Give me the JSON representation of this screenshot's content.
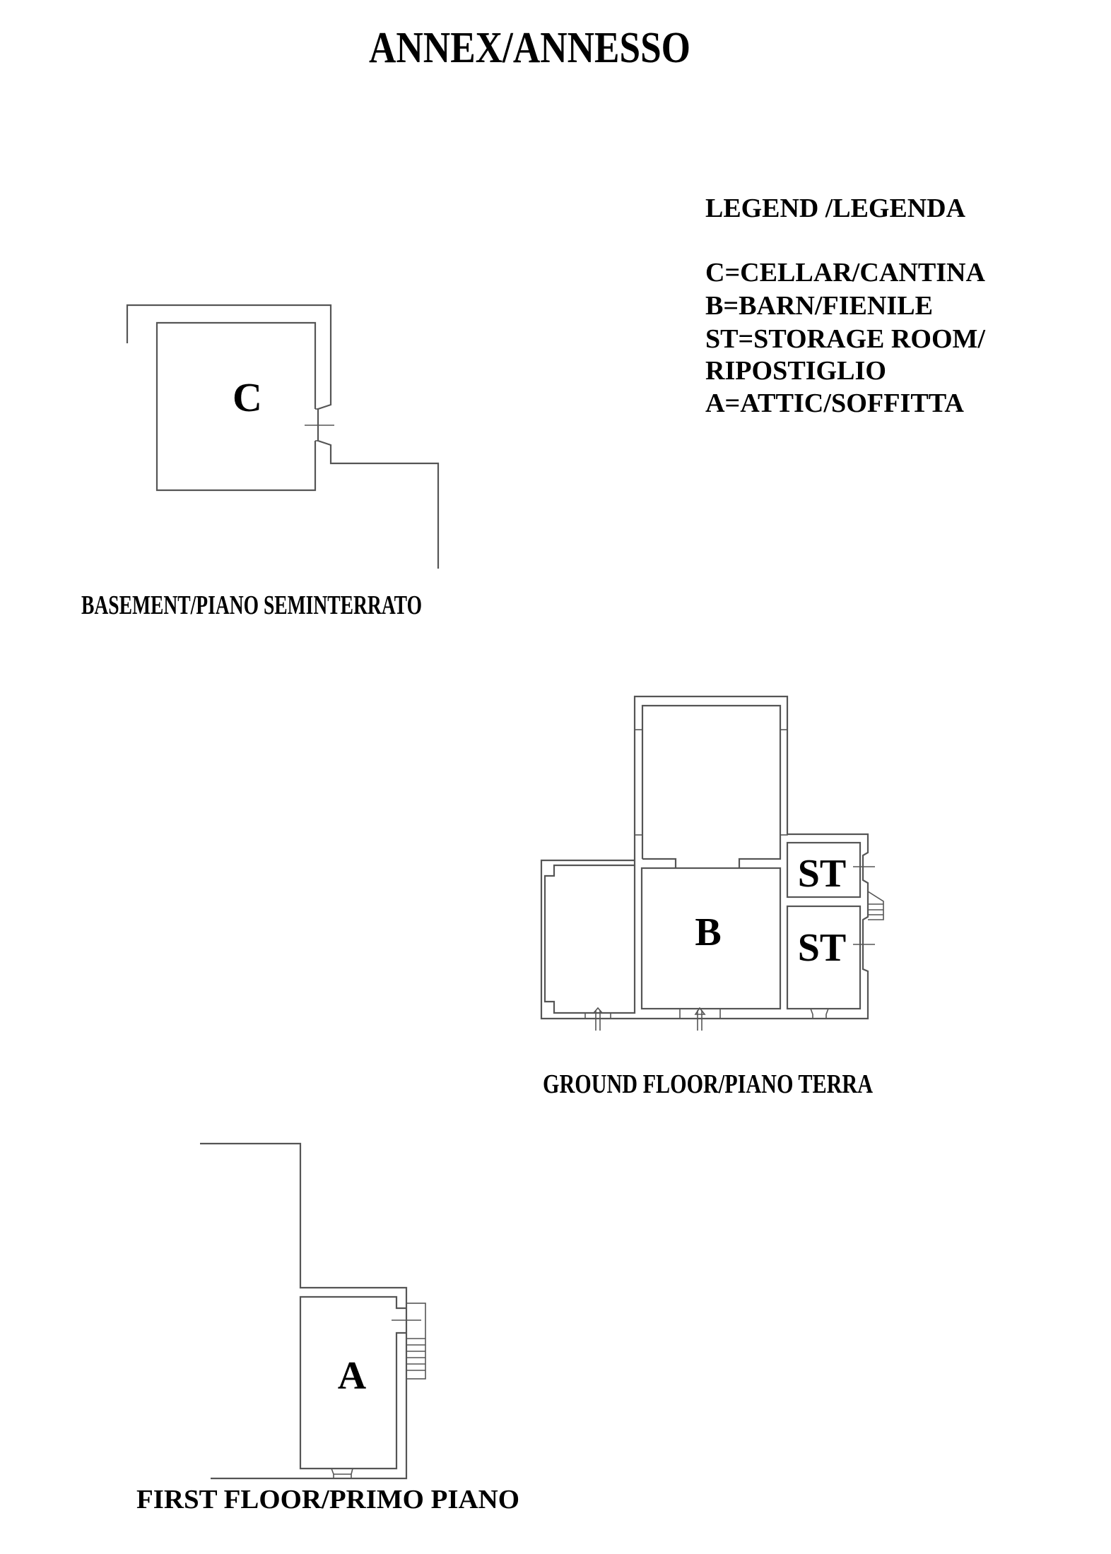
{
  "title": "ANNEX/ANNESSO",
  "legend": {
    "heading": "LEGEND /LEGENDA",
    "items": [
      "C=CELLAR/CANTINA",
      "B=BARN/FIENILE",
      "ST=STORAGE ROOM/",
      "RIPOSTIGLIO",
      "A=ATTIC/SOFFITTA"
    ]
  },
  "floors": {
    "basement": {
      "label": "BASEMENT/PIANO SEMINTERRATO",
      "rooms": [
        "C"
      ]
    },
    "ground": {
      "label": "GROUND FLOOR/PIANO TERRA",
      "rooms": [
        "B",
        "ST",
        "ST"
      ]
    },
    "first": {
      "label": "FIRST FLOOR/PRIMO PIANO",
      "rooms": [
        "A"
      ]
    }
  }
}
